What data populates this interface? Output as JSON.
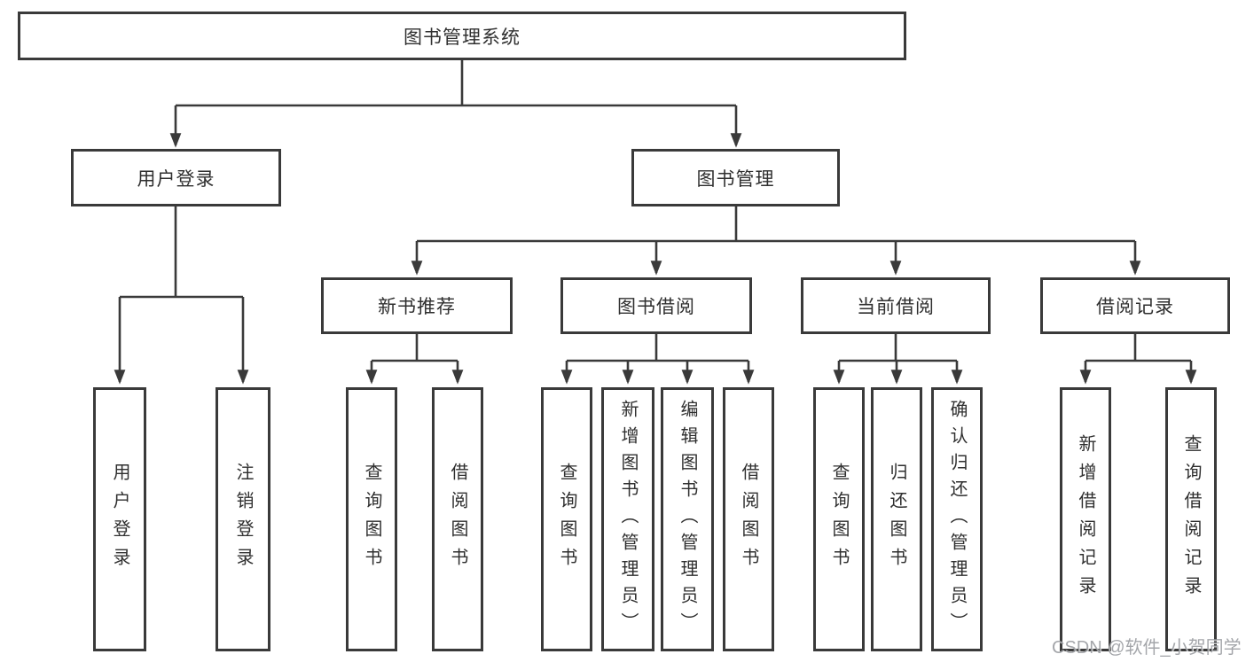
{
  "diagram_title": "图书管理系统",
  "watermark": {
    "text": "CSDN @软件_小贺同学"
  },
  "nodes": {
    "root": {
      "label": "图书管理系统"
    },
    "user_login": {
      "label": "用户登录"
    },
    "book_mgmt": {
      "label": "图书管理"
    },
    "new_book_rec": {
      "label": "新书推荐"
    },
    "book_borrow": {
      "label": "图书借阅"
    },
    "current_borrow": {
      "label": "当前借阅"
    },
    "borrow_records": {
      "label": "借阅记录"
    },
    "leaf_user_login": {
      "label": "用户登录"
    },
    "leaf_logout": {
      "label": "注销登录"
    },
    "rec_query_book": {
      "label": "查询图书"
    },
    "rec_borrow_book": {
      "label": "借阅图书"
    },
    "bor_query_book": {
      "label": "查询图书"
    },
    "bor_add_book": {
      "label": "新增图书（管理员）"
    },
    "bor_edit_book": {
      "label": "编辑图书（管理员）"
    },
    "bor_borrow_book": {
      "label": "借阅图书"
    },
    "cur_query_book": {
      "label": "查询图书"
    },
    "cur_return_book": {
      "label": "归还图书"
    },
    "cur_confirm_return": {
      "label": "确认归还（管理员）"
    },
    "rcd_add_record": {
      "label": "新增借阅记录"
    },
    "rcd_query_record": {
      "label": "查询借阅记录"
    }
  },
  "hierarchy": {
    "root": [
      "user_login",
      "book_mgmt"
    ],
    "user_login": [
      "leaf_user_login",
      "leaf_logout"
    ],
    "book_mgmt": [
      "new_book_rec",
      "book_borrow",
      "current_borrow",
      "borrow_records"
    ],
    "new_book_rec": [
      "rec_query_book",
      "rec_borrow_book"
    ],
    "book_borrow": [
      "bor_query_book",
      "bor_add_book",
      "bor_edit_book",
      "bor_borrow_book"
    ],
    "current_borrow": [
      "cur_query_book",
      "cur_return_book",
      "cur_confirm_return"
    ],
    "borrow_records": [
      "rcd_add_record",
      "rcd_query_record"
    ]
  },
  "colors": {
    "line": "#3a3a3a",
    "text": "#2f2f2f",
    "background": "#ffffff"
  }
}
